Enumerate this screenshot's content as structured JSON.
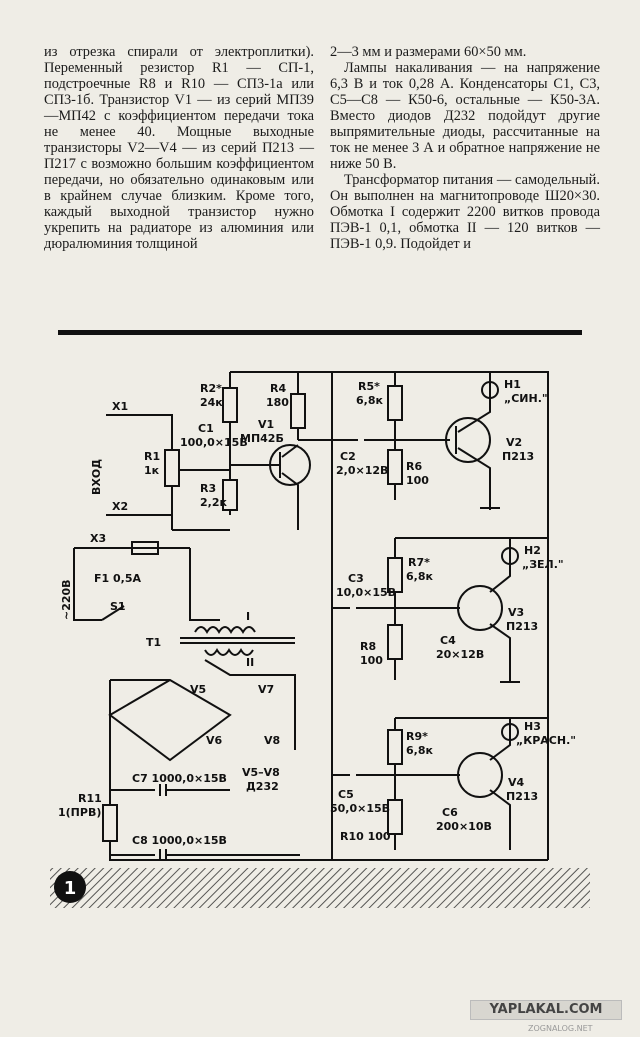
{
  "text": {
    "left_column": [
      "из отрезка спирали от электроплитки). Переменный резистор R1 — СП-1, подстроечные R8 и R10 — СП3-1а или СП3-1б. Транзистор V1 — из серий МП39—МП42 с коэффициентом передачи тока не менее 40. Мощные выходные транзисторы V2—V4 — из серий П213 — П217 с возможно большим коэффициентом передачи, но обязательно одинаковым или в крайнем случае близким. Кроме того, каждый выходной транзистор нужно укрепить на радиаторе из алюминия или дюралюминия толщиной"
    ],
    "right_column": [
      "2—3 мм и размерами 60×50 мм.",
      "Лампы накаливания — на напряжение 6,3 В и ток 0,28 А. Конденсаторы С1, С3, С5—С8 — К50-6, остальные — К50-3А. Вместо диодов Д232 подойдут другие выпрямительные диоды, рассчитанные на ток не менее 3 А и обратное напряжение не ниже 50 В.",
      "Трансформатор питания — самодельный. Он выполнен на магнитопроводе Ш20×30. Обмотка I содержит 2200 витков провода ПЭВ-1 0,1, обмотка II — 120 витков — ПЭВ-1 0,9. Подойдет и"
    ]
  },
  "schematic": {
    "figure_number": "1",
    "labels": {
      "X1": "X1",
      "X2": "X2",
      "X3": "X3",
      "vhod": "ВХОД",
      "v220": "~220В",
      "R1": "R1",
      "R1v": "1к",
      "C1": "C1",
      "C1v": "100,0×15В",
      "R2": "R2*",
      "R2v": "24к",
      "R3": "R3",
      "R3v": "2,2к",
      "R4": "R4",
      "R4v": "180",
      "V1": "V1",
      "V1v": "МП42Б",
      "C2": "C2",
      "C2v": "2,0×12В",
      "R5": "R5*",
      "R5v": "6,8к",
      "R6": "R6",
      "R6v": "100",
      "H1": "H1",
      "H1v": "„СИН.\"",
      "V2": "V2",
      "V2v": "П213",
      "F1": "F1 0,5А",
      "S1": "S1",
      "T1": "T1",
      "wI": "I",
      "wII": "II",
      "C3": "C3",
      "C3v": "10,0×15В",
      "R7": "R7*",
      "R7v": "6,8к",
      "H2": "H2",
      "H2v": "„ЗЕЛ.\"",
      "V3": "V3",
      "V3v": "П213",
      "R8": "R8",
      "R8v": "100",
      "C4": "C4",
      "C4v": "20×12В",
      "V5": "V5",
      "V6": "V6",
      "V7": "V7",
      "V8": "V8",
      "V58": "V5–V8",
      "D232": "Д232",
      "C7": "C7 1000,0×15В",
      "C8": "C8 1000,0×15В",
      "R11": "R11",
      "R11v": "1(ПРВ)",
      "C5": "C5",
      "C5v": "50,0×15В",
      "R10": "R10 100",
      "R9": "R9*",
      "R9v": "6,8к",
      "H3": "H3",
      "H3v": "„КРАСН.\"",
      "C6": "C6",
      "C6v": "200×10В",
      "V4": "V4",
      "V4v": "П213"
    }
  },
  "watermark": {
    "main": "YAPLAKAL.COM",
    "small": "ZOGNALOG.NET"
  }
}
